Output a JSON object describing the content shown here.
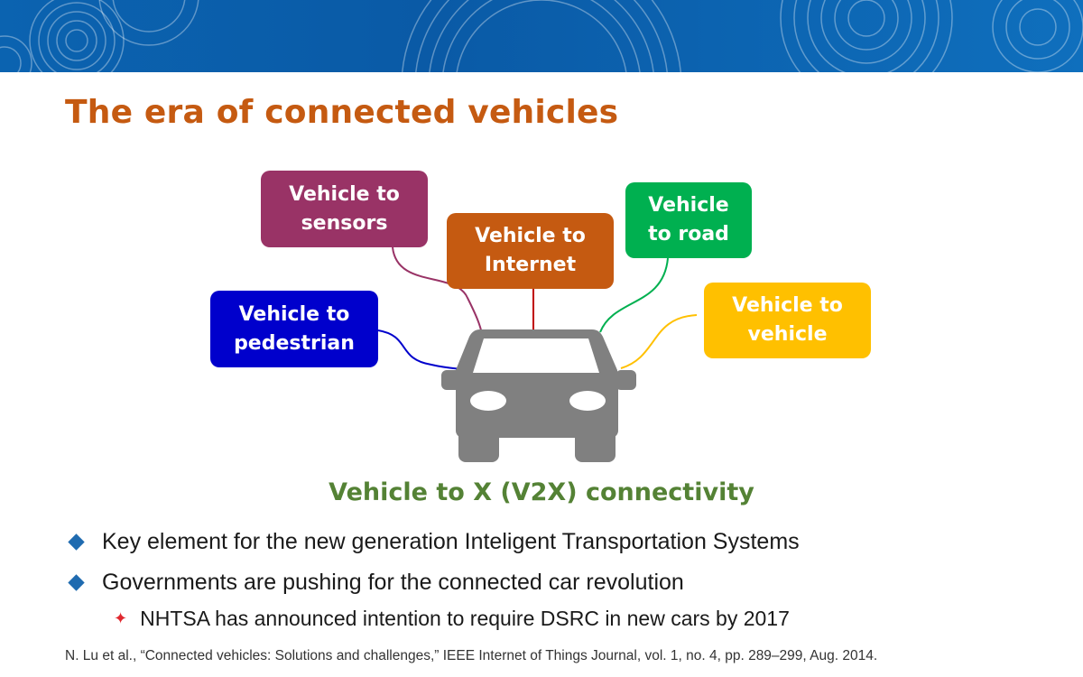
{
  "slide": {
    "title": "The era of connected vehicles",
    "bubbles": {
      "sensors": [
        "Vehicle to",
        "sensors"
      ],
      "internet": [
        "Vehicle to",
        "Internet"
      ],
      "road": [
        "Vehicle",
        "to road"
      ],
      "pedestrian": [
        "Vehicle to",
        "pedestrian"
      ],
      "vehicle": [
        "Vehicle to",
        "vehicle"
      ]
    },
    "caption": "Vehicle to X (V2X) connectivity",
    "bullets": [
      "Key element for the new generation Inteligent Transportation Systems",
      "Governments are pushing for the connected car revolution"
    ],
    "sub_bullet": "NHTSA has announced intention to require DSRC in new cars by 2017",
    "reference": "N. Lu et al., “Connected vehicles: Solutions and challenges,” IEEE Internet of Things Journal, vol. 1, no. 4, pp. 289–299, Aug. 2014."
  },
  "icons": {
    "car": "car-icon",
    "bullet": "diamond-bullet-icon",
    "sub_bullet": "star-bullet-icon"
  },
  "colors": {
    "title": "#c55a11",
    "sensors": "#993366",
    "internet": "#c55a11",
    "road": "#00b050",
    "pedestrian": "#0000cc",
    "vehicle": "#ffc000",
    "caption": "#548235",
    "car": "#808080"
  }
}
